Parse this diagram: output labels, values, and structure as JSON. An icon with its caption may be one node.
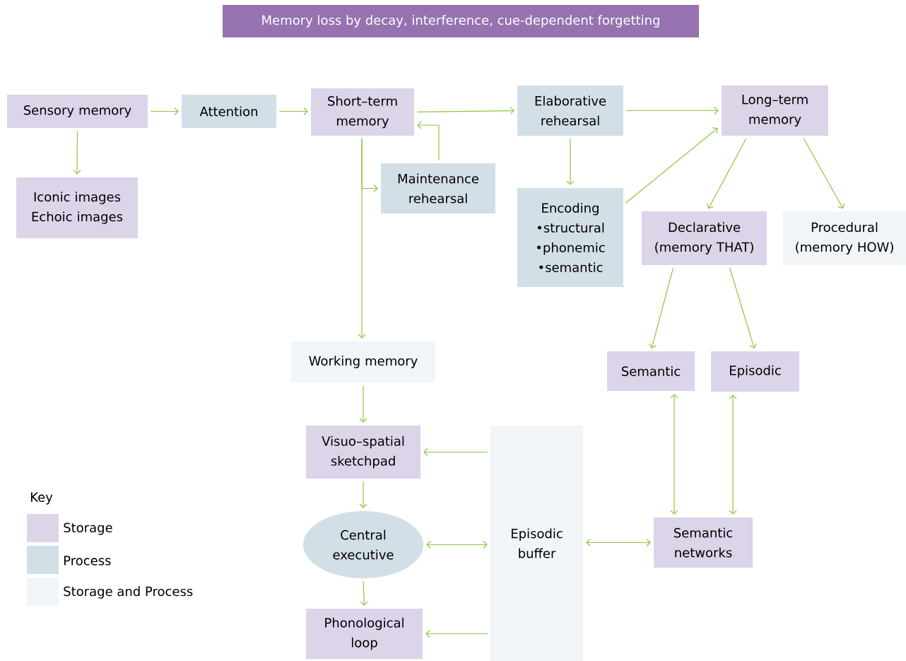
{
  "diagram": {
    "title": "Memory loss by decay, interference, cue-dependent forgetting",
    "nodes": [
      {
        "text": [
          "Sensory memory"
        ]
      },
      {
        "text": [
          "Attention"
        ]
      },
      {
        "text": [
          "Short–term memory"
        ]
      },
      {
        "text": [
          "Elaborative rehearsal"
        ]
      },
      {
        "text": [
          "Long–term memory"
        ]
      },
      {
        "text": [
          "Iconic images",
          "Echoic images"
        ]
      },
      {
        "text": [
          "Maintenance rehearsal"
        ]
      },
      {
        "text": [
          "Encoding",
          "•structural",
          "•phonemic",
          "•semantic"
        ]
      },
      {
        "text": [
          "Declarative (memory THAT)"
        ]
      },
      {
        "text": [
          "Procedural (memory HOW)"
        ]
      },
      {
        "text": [
          "Working memory"
        ]
      },
      {
        "text": [
          "Semantic"
        ]
      },
      {
        "text": [
          "Episodic"
        ]
      },
      {
        "text": [
          "Visuo–spatial sketchpad"
        ]
      },
      {
        "text": [
          "Episodic buffer"
        ]
      },
      {
        "text": [
          "Central executive"
        ]
      },
      {
        "text": [
          "Semantic networks"
        ]
      },
      {
        "text": [
          "Phonological loop"
        ]
      }
    ],
    "edges": [
      {
        "from": 0,
        "to": 1,
        "arrow": "to"
      },
      {
        "from": 1,
        "to": 2,
        "arrow": "to"
      },
      {
        "from": 2,
        "to": 3,
        "arrow": "to"
      },
      {
        "from": 3,
        "to": 4,
        "arrow": "to"
      },
      {
        "from": 0,
        "to": 5,
        "arrow": "to"
      },
      {
        "from": 2,
        "to": 6,
        "arrow": "to"
      },
      {
        "from": 6,
        "to": 2,
        "arrow": "to"
      },
      {
        "from": 2,
        "to": 10,
        "arrow": "to"
      },
      {
        "from": 3,
        "to": 7,
        "arrow": "to"
      },
      {
        "from": 7,
        "to": 4,
        "arrow": "to"
      },
      {
        "from": 4,
        "to": 8,
        "arrow": "to"
      },
      {
        "from": 4,
        "to": 9,
        "arrow": "to"
      },
      {
        "from": 8,
        "to": 11,
        "arrow": "to"
      },
      {
        "from": 8,
        "to": 12,
        "arrow": "to"
      },
      {
        "from": 10,
        "to": 13,
        "arrow": "to"
      },
      {
        "from": 13,
        "to": 15,
        "arrow": "to"
      },
      {
        "from": 15,
        "to": 17,
        "arrow": "to"
      },
      {
        "from": 14,
        "to": 13,
        "arrow": "to"
      },
      {
        "from": 14,
        "to": 17,
        "arrow": "to"
      },
      {
        "from": 15,
        "to": 14,
        "arrow": "both"
      },
      {
        "from": 14,
        "to": 16,
        "arrow": "both"
      },
      {
        "from": 11,
        "to": 16,
        "arrow": "both"
      },
      {
        "from": 12,
        "to": 16,
        "arrow": "both"
      }
    ],
    "labels": [
      "Key"
    ],
    "legend": [
      {
        "text": "Storage",
        "color": "#dcd4e9"
      },
      {
        "text": "Process",
        "color": "#d3dfe7"
      },
      {
        "text": "Storage and Process",
        "color": "#f1f5f8"
      }
    ]
  }
}
